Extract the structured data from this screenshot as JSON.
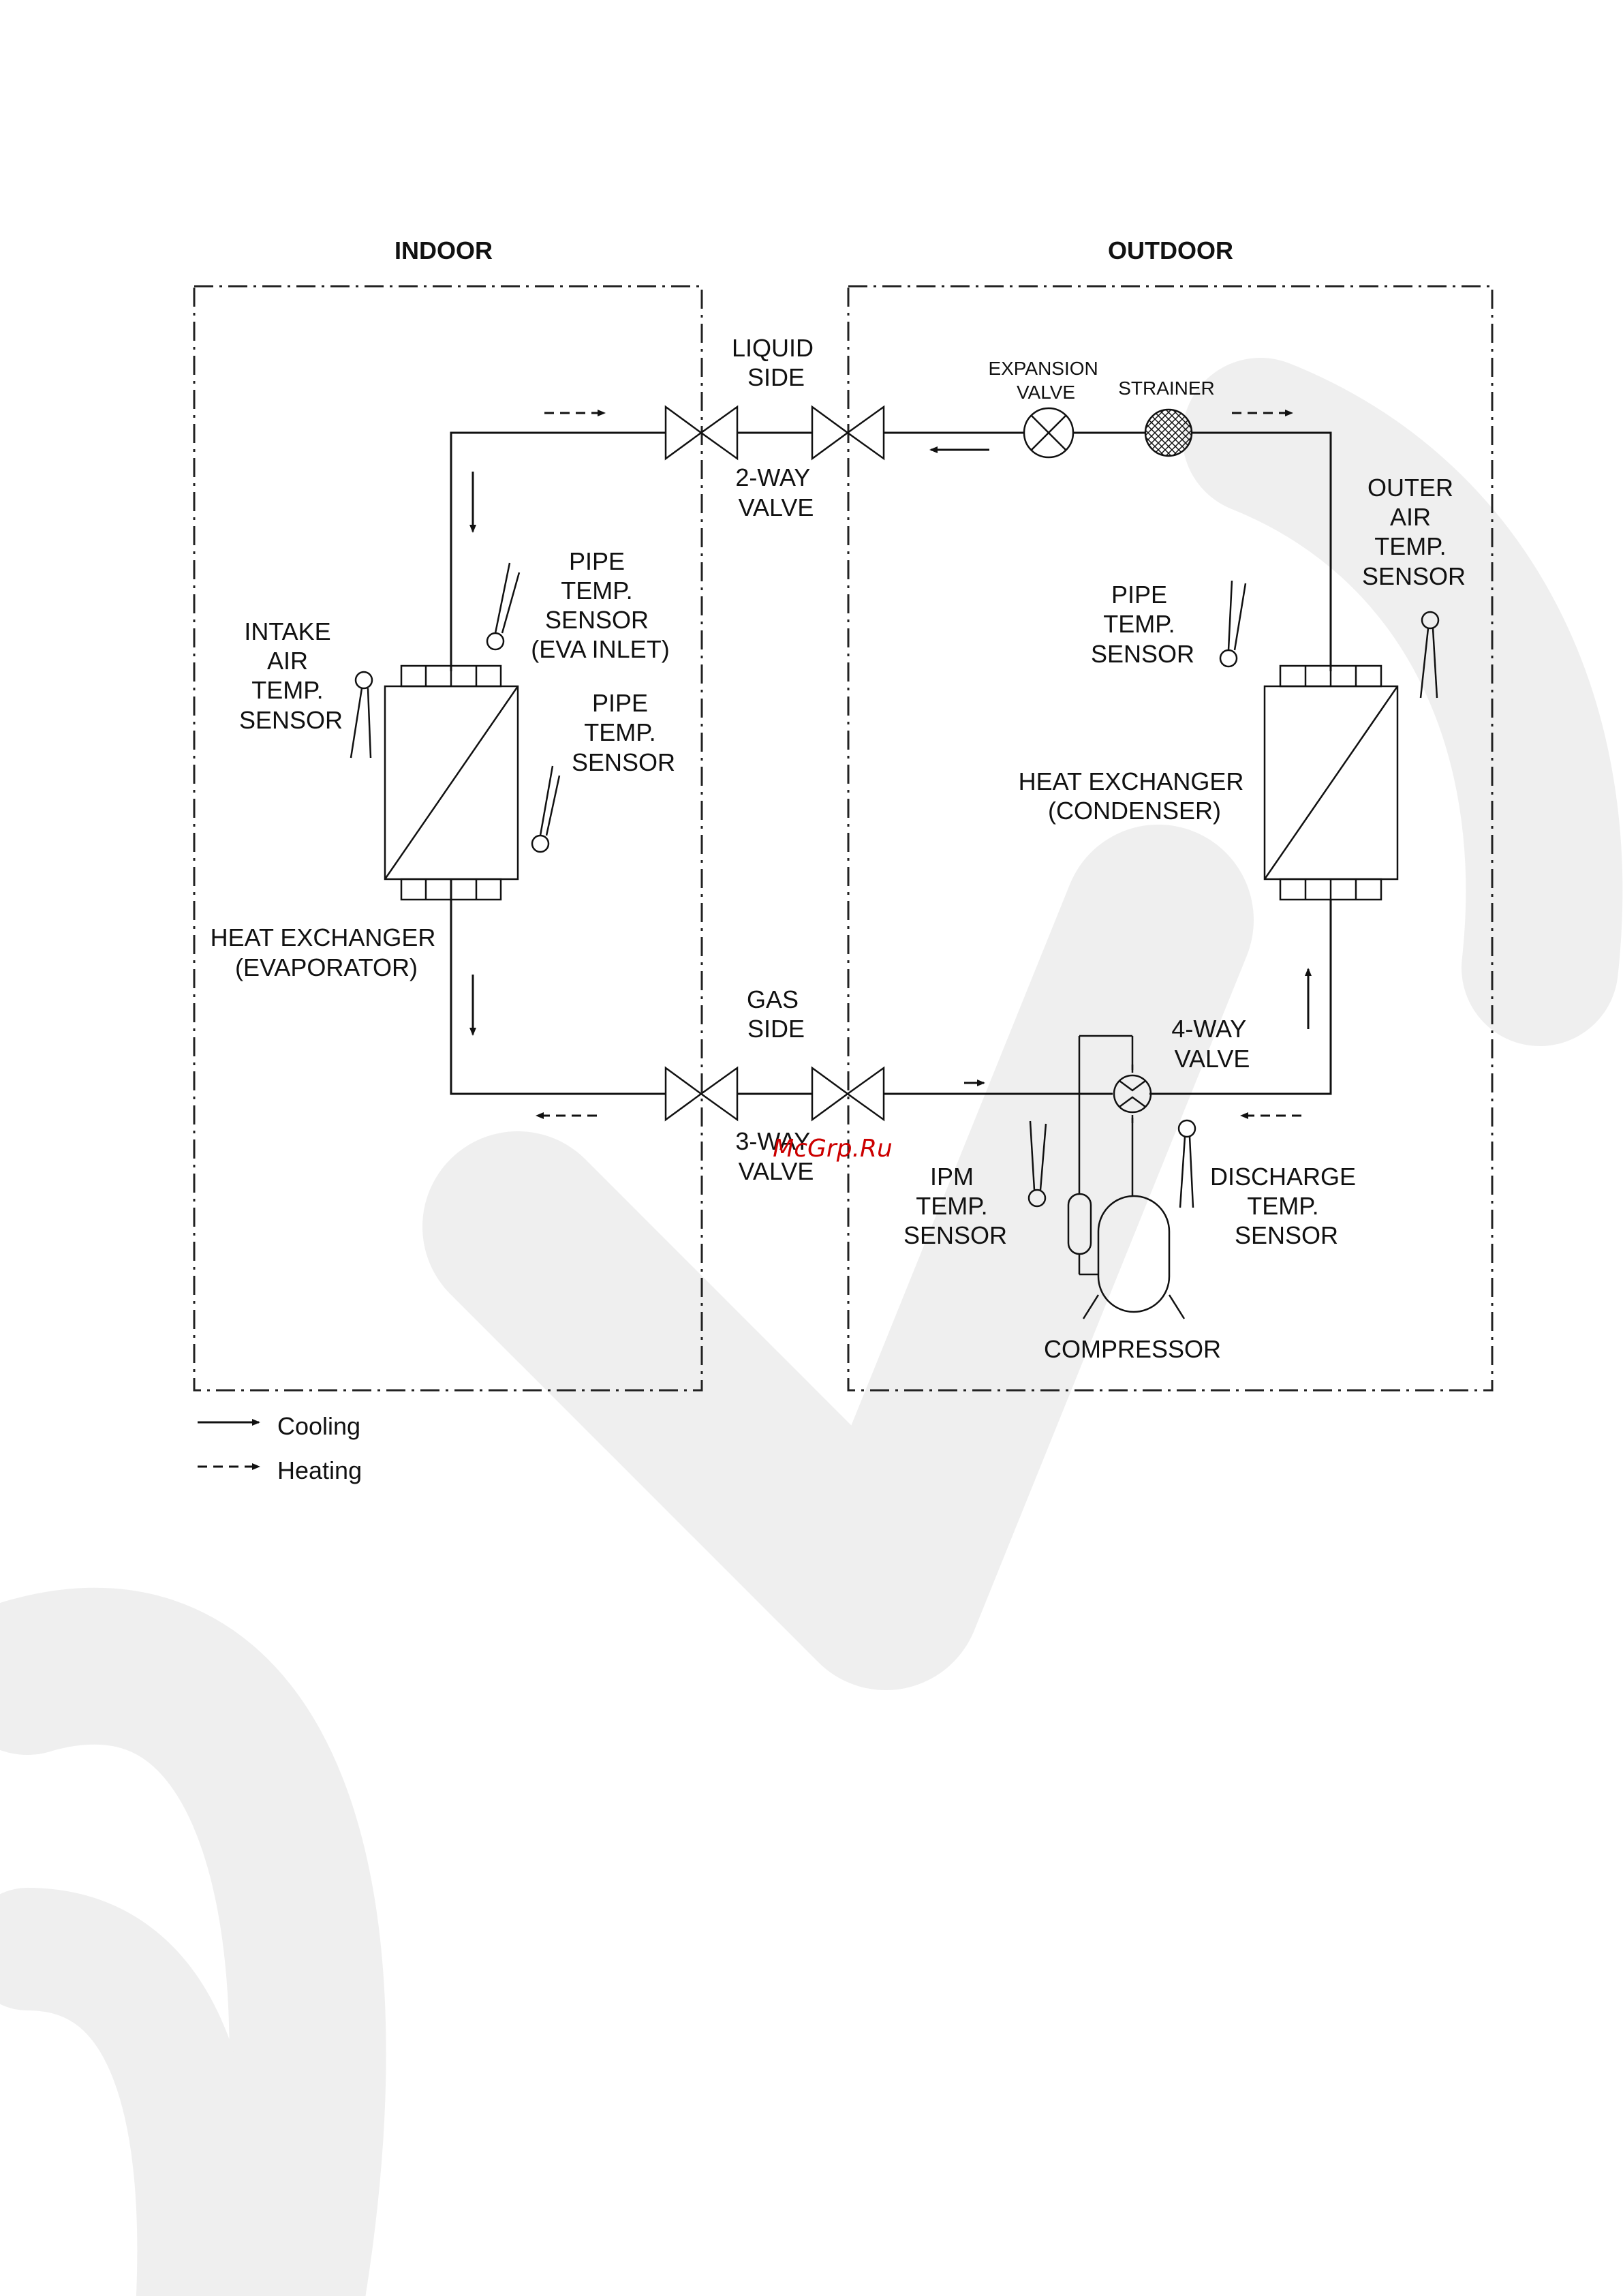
{
  "regions": {
    "indoor": "INDOOR",
    "outdoor": "OUTDOOR"
  },
  "liquid_side": {
    "line1": "LIQUID",
    "line2": "SIDE"
  },
  "two_way_valve": {
    "line1": "2-WAY",
    "line2": "VALVE"
  },
  "gas_side": {
    "line1": "GAS",
    "line2": "SIDE"
  },
  "three_way_valve": {
    "line1": "3-WAY",
    "line2": "VALVE"
  },
  "expansion_valve": {
    "line1": "EXPANSION",
    "line2": "VALVE"
  },
  "strainer": "STRAINER",
  "outer_air_sensor": {
    "line1": "OUTER",
    "line2": "AIR",
    "line3": "TEMP.",
    "line4": "SENSOR"
  },
  "pipe_sensor_eva_inlet": {
    "line1": "PIPE",
    "line2": "TEMP.",
    "line3": "SENSOR",
    "line4": "(EVA INLET)"
  },
  "intake_air_sensor": {
    "line1": "INTAKE",
    "line2": "AIR",
    "line3": "TEMP.",
    "line4": "SENSOR"
  },
  "pipe_sensor_indoor": {
    "line1": "PIPE",
    "line2": "TEMP.",
    "line3": "SENSOR"
  },
  "pipe_sensor_outdoor": {
    "line1": "PIPE",
    "line2": "TEMP.",
    "line3": "SENSOR"
  },
  "heat_exchanger_indoor": {
    "line1": "HEAT EXCHANGER",
    "line2": "(EVAPORATOR)"
  },
  "heat_exchanger_outdoor": {
    "line1": "HEAT EXCHANGER",
    "line2": "(CONDENSER)"
  },
  "four_way_valve": {
    "line1": "4-WAY",
    "line2": "VALVE"
  },
  "ipm_sensor": {
    "line1": "IPM",
    "line2": "TEMP.",
    "line3": "SENSOR"
  },
  "discharge_sensor": {
    "line1": "DISCHARGE",
    "line2": "TEMP.",
    "line3": "SENSOR"
  },
  "compressor": "COMPRESSOR",
  "legend": {
    "cooling": "Cooling",
    "heating": "Heating"
  },
  "watermark": "McGrp.Ru",
  "colors": {
    "line": "#111111",
    "background_logo": "#efefef",
    "watermark": "#cc0000"
  }
}
